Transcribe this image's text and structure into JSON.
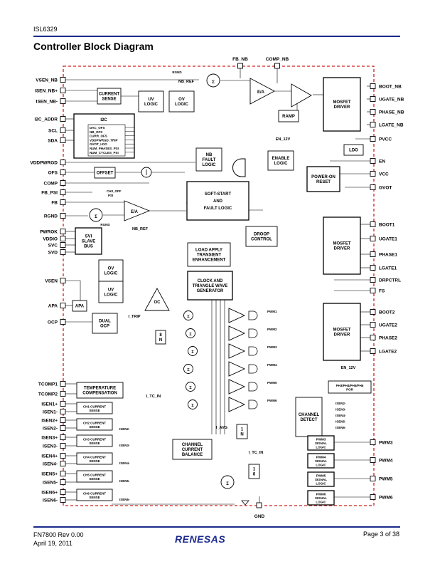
{
  "header": {
    "part": "ISL6329",
    "title": "Controller Block Diagram"
  },
  "footer": {
    "doc": "FN7800  Rev 0.00",
    "date": "April 19, 2011",
    "page": "Page 3 of 38",
    "logo": "RENESAS"
  },
  "pins_left": [
    "VSEN_NB",
    "ISEN_NB+",
    "ISEN_NB-",
    "I2C_ADDR",
    "SCL",
    "SDA",
    "VDDPWRGD",
    "OFS",
    "COMP",
    "FB_PSI",
    "FB",
    "RGND",
    "PWROK",
    "VDDIO",
    "SVC",
    "SVD",
    "VSEN",
    "APA",
    "OCP",
    "TCOMP1",
    "TCOMP2",
    "ISEN1+",
    "ISEN1-",
    "ISEN2+",
    "ISEN2-",
    "ISEN3+",
    "ISEN3-",
    "ISEN4+",
    "ISEN4-",
    "ISEN5+",
    "ISEN5-",
    "ISEN6+",
    "ISEN6-"
  ],
  "pins_right": [
    "BOOT_NB",
    "UGATE_NB",
    "PHASE_NB",
    "LGATE_NB",
    "PVCC",
    "EN",
    "VCC",
    "GVOT",
    "BOOT1",
    "UGATE1",
    "PHASE1",
    "LGATE1",
    "DRPCTRL",
    "FS",
    "BOOT2",
    "UGATE2",
    "PHASE2",
    "LGATE2",
    "PWM3",
    "PWM4",
    "PWM5",
    "PWM6"
  ],
  "pins_top": [
    "FB_NB",
    "COMP_NB"
  ],
  "pins_bottom": [
    "GND"
  ],
  "blocks": {
    "current_sense": [
      "CURRENT",
      "SENSE"
    ],
    "uv_logic_nb": [
      "UV",
      "LOGIC"
    ],
    "ov_logic_nb": [
      "OV",
      "LOGIC"
    ],
    "ea_nb": "E/A",
    "ramp": "RAMP",
    "mosfet_driver_nb": [
      "MOSFET",
      "DRIVER"
    ],
    "ldo": "LDO",
    "i2c": "I2C",
    "i2c_regs": [
      "DAC_OFS",
      "NB_OFS",
      "CURR_OFS",
      "VDDPWRGD_TRIP",
      "GVOT_LDO",
      "NUM_PHASES_PSI",
      "NUM_CYCLES_PSI"
    ],
    "enable_logic": [
      "ENABLE",
      "LOGIC"
    ],
    "en_12v": "EN_12V",
    "nb_fault_logic": [
      "NB",
      "FAULT",
      "LOGIC"
    ],
    "offset": "OFFSET",
    "power_on_reset": [
      "POWER-ON",
      "RESET"
    ],
    "soft_start": [
      "SOFT-START",
      "AND",
      "FAULT LOGIC"
    ],
    "ch3_off_psi": [
      "CH3_OFF",
      "PSI"
    ],
    "ea": "E/A",
    "rgnd": "RGND",
    "nb_ref": "NB_REF",
    "nb_ref_top": "NB_REF",
    "rgnd_top": "RGND",
    "svi": [
      "SVI",
      "SLAVE",
      "BUS"
    ],
    "droop": [
      "DROOP",
      "CONTROL"
    ],
    "load_apply": [
      "LOAD APPLY",
      "TRANSIENT",
      "ENHANCEMENT"
    ],
    "mosfet_driver_1": [
      "MOSFET",
      "DRIVER"
    ],
    "ov_logic": [
      "OV",
      "LOGIC"
    ],
    "uv_logic": [
      "UV",
      "LOGIC"
    ],
    "clock": [
      "CLOCK AND",
      "TRIANGLE WAVE",
      "GENERATOR"
    ],
    "oc": "OC",
    "apa": "APA",
    "dual_ocp": [
      "DUAL",
      "OCP"
    ],
    "i_trip": "I_TRIP",
    "gain": [
      "8",
      "N"
    ],
    "mosfet_driver_2": [
      "MOSFET",
      "DRIVER"
    ],
    "pwm_labels": [
      "PWM1",
      "PWM2",
      "PWM3",
      "PWM4",
      "PWM5",
      "PWM6"
    ],
    "en_12v_2": "EN_12V",
    "por2": [
      "PH3/PH4/PH5/PH6",
      "POR"
    ],
    "temp_comp": [
      "TEMPERATURE",
      "COMPENSATION"
    ],
    "i_tc_in": "I_TC_IN",
    "ch_sense": [
      [
        "CH1 CURRENT",
        "SENSE"
      ],
      [
        "CH2 CURRENT",
        "SENSE"
      ],
      [
        "CH3 CURRENT",
        "SENSE"
      ],
      [
        "CH4 CURRENT",
        "SENSE"
      ],
      [
        "CH5 CURRENT",
        "SENSE"
      ],
      [
        "CH6 CURRENT",
        "SENSE"
      ]
    ],
    "isen_out": [
      "ISEN2-",
      "ISEN3-",
      "ISEN4-",
      "ISEN5-",
      "ISEN6-"
    ],
    "channel_detect": [
      "CHANNEL",
      "DETECT"
    ],
    "ch_detect_inputs": [
      "ISEN2-",
      "ISEN3-",
      "ISEN4-",
      "ISEN5-",
      "ISEN6-"
    ],
    "pwm_signal_logic": [
      [
        "PWM3",
        "SIGNAL",
        "LOGIC"
      ],
      [
        "PWM4",
        "SIGNAL",
        "LOGIC"
      ],
      [
        "PWM5",
        "SIGNAL",
        "LOGIC"
      ],
      [
        "PWM6",
        "SIGNAL",
        "LOGIC"
      ]
    ],
    "i_avg": "I_AVG",
    "one_over_n": [
      "1",
      "N"
    ],
    "i_tc_in_2": "I_TC_IN",
    "one_eighth": [
      "1",
      "8"
    ],
    "channel_balance": [
      "CHANNEL",
      "CURRENT",
      "BALANCE"
    ]
  },
  "colors": {
    "accent_blue": "#1b2a8c",
    "boundary_red": "#d21e1e"
  }
}
